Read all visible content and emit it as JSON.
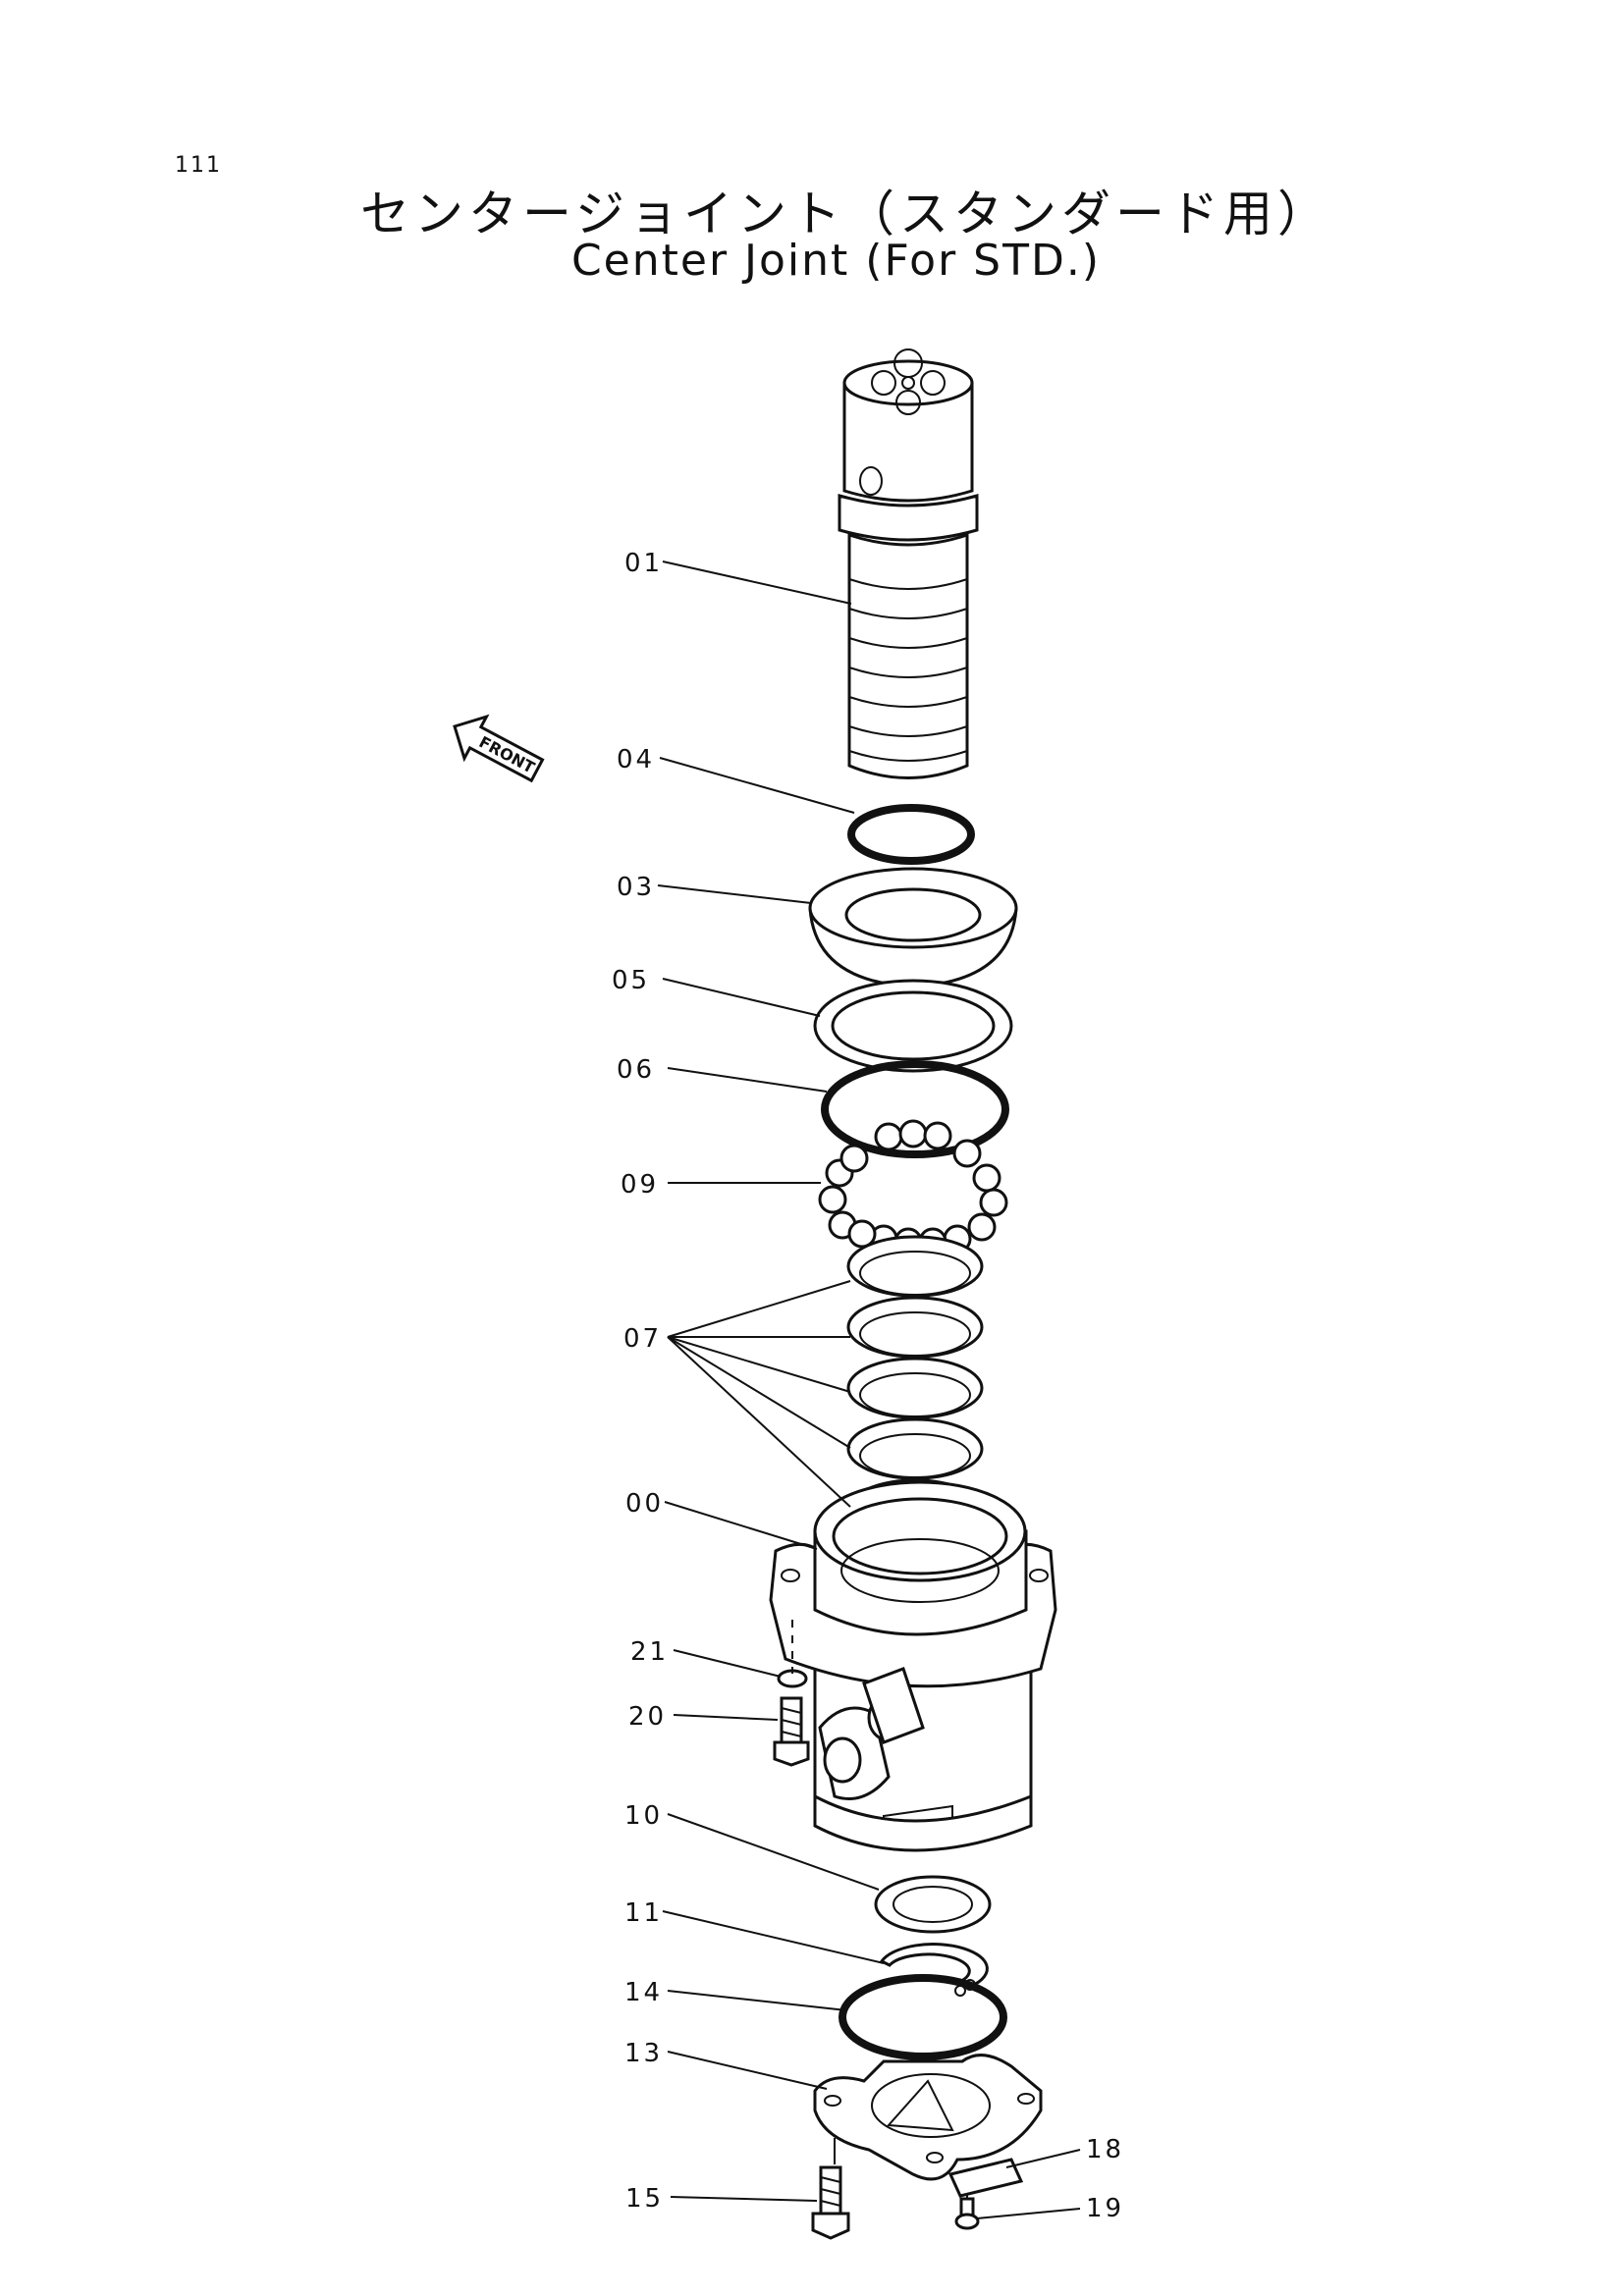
{
  "page_number": "111",
  "title_jp": "センタージョイント（スタンダード用）",
  "title_en": "Center Joint (For STD.)",
  "direction_label": "FRONT",
  "callouts": [
    "01",
    "04",
    "03",
    "05",
    "06",
    "09",
    "07",
    "00",
    "21",
    "20",
    "10",
    "11",
    "14",
    "13",
    "15",
    "18",
    "19"
  ]
}
